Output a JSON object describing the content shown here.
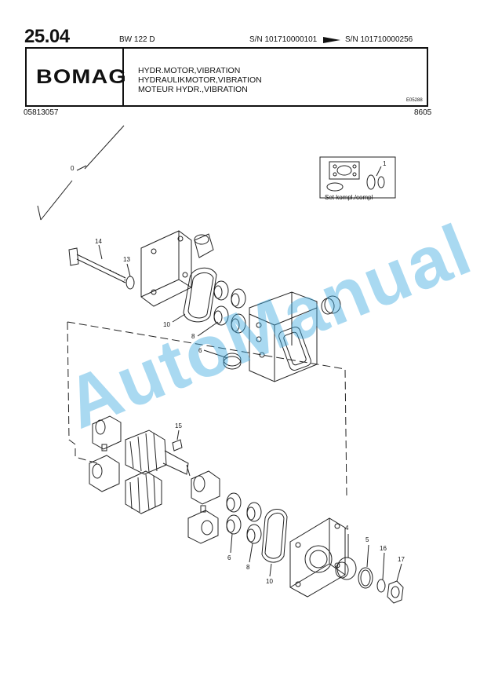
{
  "header": {
    "page_number": "25.04",
    "model": "BW  122  D",
    "serial_from": "S/N 101710000101",
    "serial_to": "S/N 101710000256",
    "logo": "BOMAG",
    "titles": [
      "HYDR.MOTOR,VIBRATION",
      "HYDRAULIKMOTOR,VIBRATION",
      "MOTEUR  HYDR.,VIBRATION"
    ],
    "drawing_code": "E05288",
    "part_number": "05813057",
    "date_code": "8605"
  },
  "diagram": {
    "set_label": "Set kompl./compl",
    "callouts": [
      "0",
      "1",
      "14",
      "13",
      "10",
      "8",
      "6",
      "15",
      "4",
      "5",
      "16",
      "17",
      "6",
      "8",
      "10"
    ]
  },
  "watermark": "AutoManual"
}
